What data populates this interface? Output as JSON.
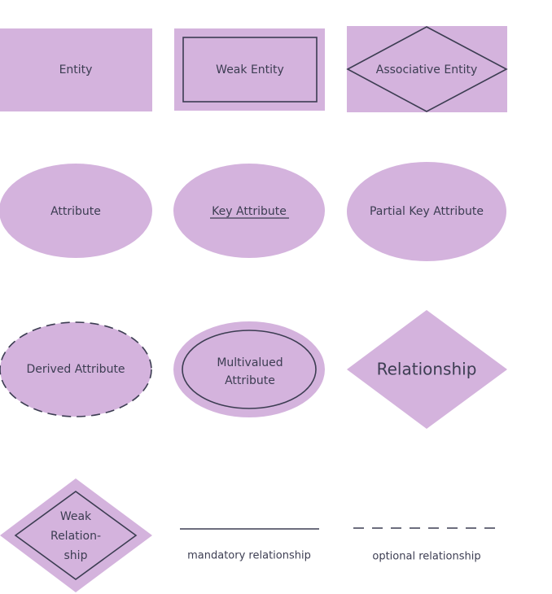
{
  "symbols": {
    "entity": "Entity",
    "weak_entity": "Weak Entity",
    "associative_entity": "Associative Entity",
    "attribute": "Attribute",
    "key_attribute": "Key Attribute",
    "partial_key_attribute": "Partial Key Attribute",
    "derived_attribute": "Derived Attribute",
    "multivalued_attribute": {
      "line1": "Multivalued",
      "line2": "Attribute"
    },
    "relationship": "Relationship",
    "weak_relationship": {
      "line1": "Weak",
      "line2": "Relation-",
      "line3": "ship"
    },
    "mandatory_relationship": "mandatory relationship",
    "optional_relationship": "optional relationship"
  },
  "colors": {
    "fill": "#d4b3dd",
    "stroke": "#3c3d52"
  }
}
